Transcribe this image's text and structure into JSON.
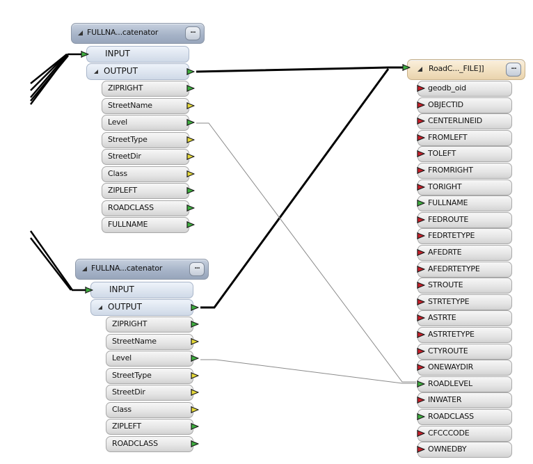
{
  "colors": {
    "port_green": "#3fae3f",
    "port_yellow": "#e6d93a",
    "port_red": "#c8202a",
    "wire_main": "#000000",
    "wire_attr": "#8a8a8a"
  },
  "transformers": [
    {
      "title": "FULLNA...catenator",
      "more_label": "...",
      "input_label": "INPUT",
      "output_label": "OUTPUT",
      "attributes": [
        {
          "name": "ZIPRIGHT",
          "port": "green"
        },
        {
          "name": "StreetName",
          "port": "yellow"
        },
        {
          "name": "Level",
          "port": "green"
        },
        {
          "name": "StreetType",
          "port": "yellow"
        },
        {
          "name": "StreetDir",
          "port": "yellow"
        },
        {
          "name": "Class",
          "port": "yellow"
        },
        {
          "name": "ZIPLEFT",
          "port": "green"
        },
        {
          "name": "ROADCLASS",
          "port": "green"
        },
        {
          "name": "FULLNAME",
          "port": "green"
        }
      ]
    },
    {
      "title": "FULLNA...catenator",
      "more_label": "...",
      "input_label": "INPUT",
      "output_label": "OUTPUT",
      "attributes": [
        {
          "name": "ZIPRIGHT",
          "port": "green"
        },
        {
          "name": "StreetName",
          "port": "yellow"
        },
        {
          "name": "Level",
          "port": "green"
        },
        {
          "name": "StreetType",
          "port": "yellow"
        },
        {
          "name": "StreetDir",
          "port": "yellow"
        },
        {
          "name": "Class",
          "port": "yellow"
        },
        {
          "name": "ZIPLEFT",
          "port": "green"
        },
        {
          "name": "ROADCLASS",
          "port": "green"
        }
      ]
    }
  ],
  "destination": {
    "title": "RoadC..._FILE]]",
    "more_label": "...",
    "attributes": [
      {
        "name": "geodb_oid",
        "port": "red"
      },
      {
        "name": "OBJECTID",
        "port": "red"
      },
      {
        "name": "CENTERLINEID",
        "port": "red"
      },
      {
        "name": "FROMLEFT",
        "port": "red"
      },
      {
        "name": "TOLEFT",
        "port": "red"
      },
      {
        "name": "FROMRIGHT",
        "port": "red"
      },
      {
        "name": "TORIGHT",
        "port": "red"
      },
      {
        "name": "FULLNAME",
        "port": "green"
      },
      {
        "name": "FEDROUTE",
        "port": "red"
      },
      {
        "name": "FEDRTETYPE",
        "port": "red"
      },
      {
        "name": "AFEDRTE",
        "port": "red"
      },
      {
        "name": "AFEDRTETYPE",
        "port": "red"
      },
      {
        "name": "STROUTE",
        "port": "red"
      },
      {
        "name": "STRTETYPE",
        "port": "red"
      },
      {
        "name": "ASTRTE",
        "port": "red"
      },
      {
        "name": "ASTRTETYPE",
        "port": "red"
      },
      {
        "name": "CTYROUTE",
        "port": "red"
      },
      {
        "name": "ONEWAYDIR",
        "port": "red"
      },
      {
        "name": "ROADLEVEL",
        "port": "green"
      },
      {
        "name": "INWATER",
        "port": "red"
      },
      {
        "name": "ROADCLASS",
        "port": "green"
      },
      {
        "name": "CFCCCODE",
        "port": "red"
      },
      {
        "name": "OWNEDBY",
        "port": "red"
      }
    ]
  }
}
